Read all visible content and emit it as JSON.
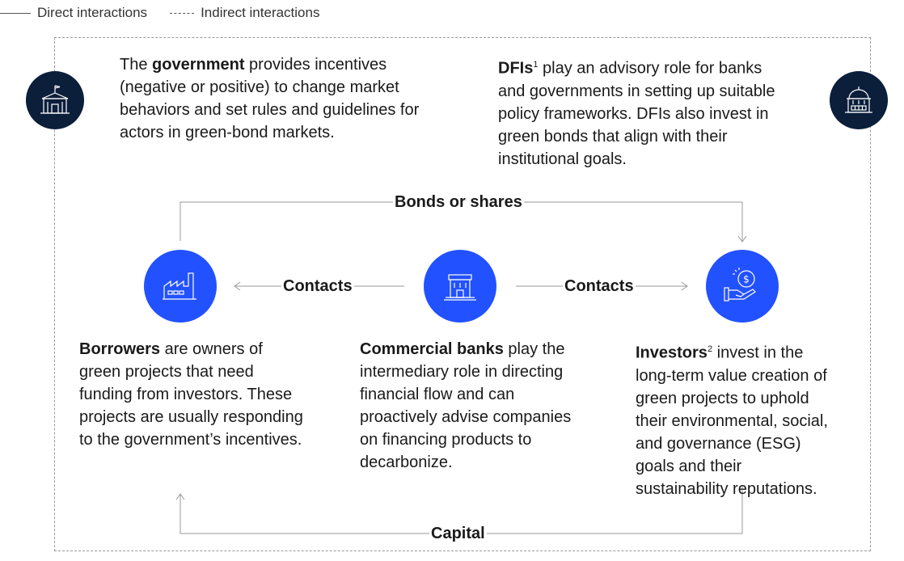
{
  "legend": {
    "direct": "Direct interactions",
    "indirect": "Indirect interactions"
  },
  "government": {
    "bold": "government",
    "pre": "The ",
    "post": " provides incentives (negative or positive) to change market behaviors and set rules and guidelines for actors in green-bond markets."
  },
  "dfi": {
    "bold": "DFIs",
    "sup": "1",
    "post": " play an advisory role for banks and governments in setting up suitable policy frameworks. DFIs also invest in green bonds that align with their institutional goals."
  },
  "flows": {
    "bonds": "Bonds or shares",
    "contacts_left": "Contacts",
    "contacts_right": "Contacts",
    "capital": "Capital"
  },
  "borrowers": {
    "bold": "Borrowers",
    "post": " are owners of green projects that need funding from investors. These projects are usually responding to the government’s incentives."
  },
  "banks": {
    "bold": "Commercial banks",
    "post": " play the intermediary role in directing financial flow and can proactively advise companies on financing products to decarbonize."
  },
  "investors": {
    "bold": "Investors",
    "sup": "2",
    "post": " invest in the long-term value creation of green projects to uphold their environmental, social, and governance (ESG) goals and their sustainability reputations."
  },
  "icons": {
    "government": "government-building-icon",
    "dfi": "dfi-dome-building-icon",
    "borrowers": "factory-icon",
    "banks": "bank-building-icon",
    "investors": "hand-coin-icon"
  },
  "colors": {
    "dark_circle": "#0b1e3a",
    "blue_circle": "#2251ff"
  }
}
